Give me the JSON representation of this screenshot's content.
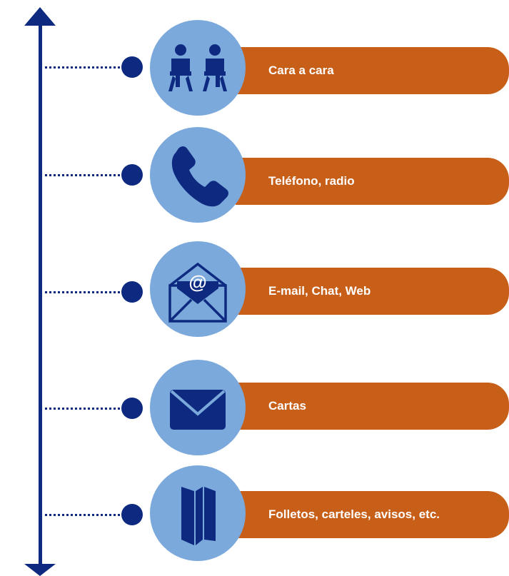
{
  "colors": {
    "axis": "#0d2a80",
    "circle": "#7ba9dc",
    "banner": "#c85f19",
    "icon": "#0d2a80",
    "label": "#ffffff"
  },
  "items": [
    {
      "label": "Cara a cara",
      "icon": "people-at-desks-icon"
    },
    {
      "label": "Teléfono, radio",
      "icon": "telephone-icon"
    },
    {
      "label": "E-mail, Chat, Web",
      "icon": "email-at-envelope-icon"
    },
    {
      "label": "Cartas",
      "icon": "letter-envelope-icon"
    },
    {
      "label": "Folletos, carteles, avisos, etc.",
      "icon": "brochure-icon"
    }
  ]
}
